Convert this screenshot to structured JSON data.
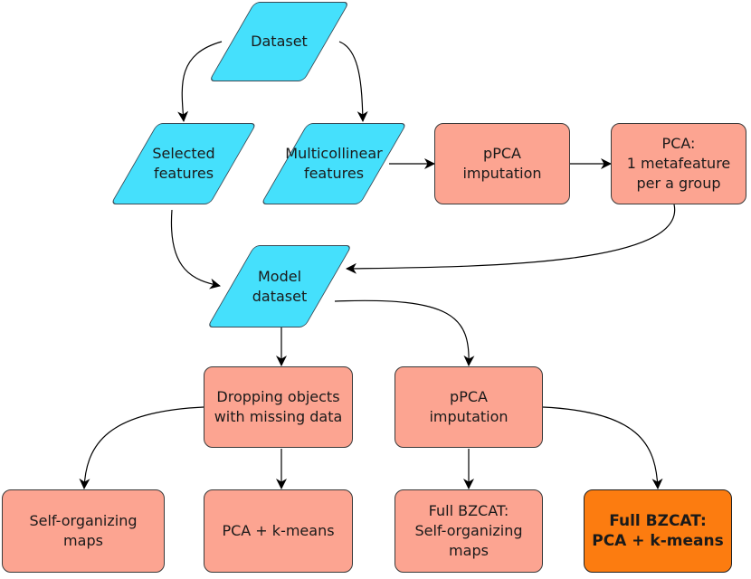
{
  "nodes": {
    "dataset": "Dataset",
    "selected_features": "Selected\nfeatures",
    "multicollinear_features": "Multicollinear\nfeatures",
    "ppca_top": "pPCA\nimputation",
    "pca_meta": "PCA:\n1 metafeature\nper a group",
    "model_dataset": "Model\ndataset",
    "dropping": "Dropping objects\nwith missing data",
    "ppca_mid": "pPCA\nimputation",
    "som": "Self-organizing\nmaps",
    "pca_kmeans": "PCA + k-means",
    "full_som": "Full BZCAT:\nSelf-organizing\nmaps",
    "full_pca_kmeans": "Full BZCAT:\nPCA + k-means"
  },
  "colors": {
    "data_node": "#45e0fc",
    "process_node": "#fca491",
    "highlight_node": "#fc7c10",
    "edge": "#000000"
  }
}
